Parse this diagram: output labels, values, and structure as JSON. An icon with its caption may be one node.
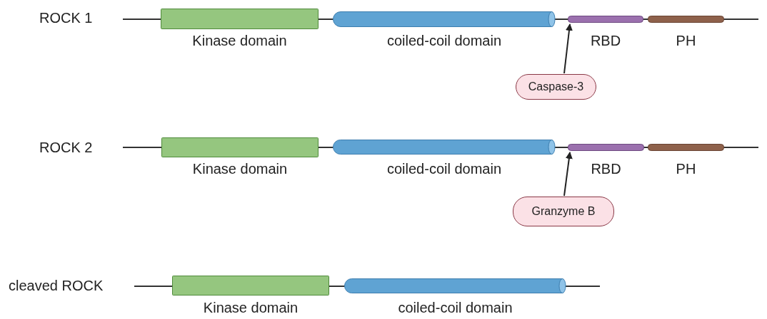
{
  "diagram": {
    "nodes": [
      {
        "text": [
          "Kinase domain"
        ]
      },
      {
        "text": [
          "coiled-coil domain"
        ]
      },
      {
        "text": [
          "RBD"
        ]
      },
      {
        "text": [
          "PH"
        ]
      },
      {
        "text": [
          "Caspase-3"
        ]
      },
      {
        "text": [
          "Kinase domain"
        ]
      },
      {
        "text": [
          "coiled-coil domain"
        ]
      },
      {
        "text": [
          "RBD"
        ]
      },
      {
        "text": [
          "PH"
        ]
      },
      {
        "text": [
          "Granzyme B"
        ]
      },
      {
        "text": [
          "Kinase domain"
        ]
      },
      {
        "text": [
          "coiled-coil domain"
        ]
      }
    ],
    "edges": [
      {
        "from": 4,
        "to": 2,
        "arrow": "to"
      },
      {
        "from": 9,
        "to": 7,
        "arrow": "to"
      }
    ],
    "labels": [
      "ROCK 1",
      "ROCK 2",
      "cleaved ROCK"
    ]
  }
}
